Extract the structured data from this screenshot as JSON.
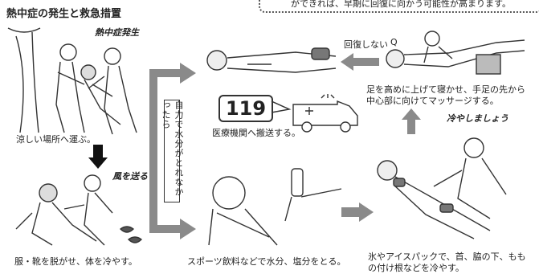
{
  "title": "熱中症の発生と救急措置",
  "note": "ができれば、早期に回復に向かう可能性が高まります。",
  "labels": {
    "onset": "熱中症発生",
    "move_shade": "涼しい場所へ運ぶ。",
    "fan": "風を送る",
    "undress": "服・靴を脱がせ、体を冷やす。",
    "not_recovered": "回復しない",
    "emergency_number": "119",
    "transport": "医療機関へ搬送する。",
    "cannot_drink": "自力で水分がとれなかったら",
    "drink": "スポーツ飲料などで水分、塩分をとる。",
    "cool_down": "冷やしましょう",
    "ice_packs_1": "氷やアイスパックで、首、脇の下、もも",
    "ice_packs_2": "の付け根などを冷やす。",
    "legs_up_1": "足を高めに上げて寝かせ、手足の先から",
    "legs_up_2": "中心部に向けてマッサージする。"
  },
  "colors": {
    "ink": "#222222",
    "gray_arrow": "#8a8a8a",
    "black_arrow": "#111111"
  }
}
